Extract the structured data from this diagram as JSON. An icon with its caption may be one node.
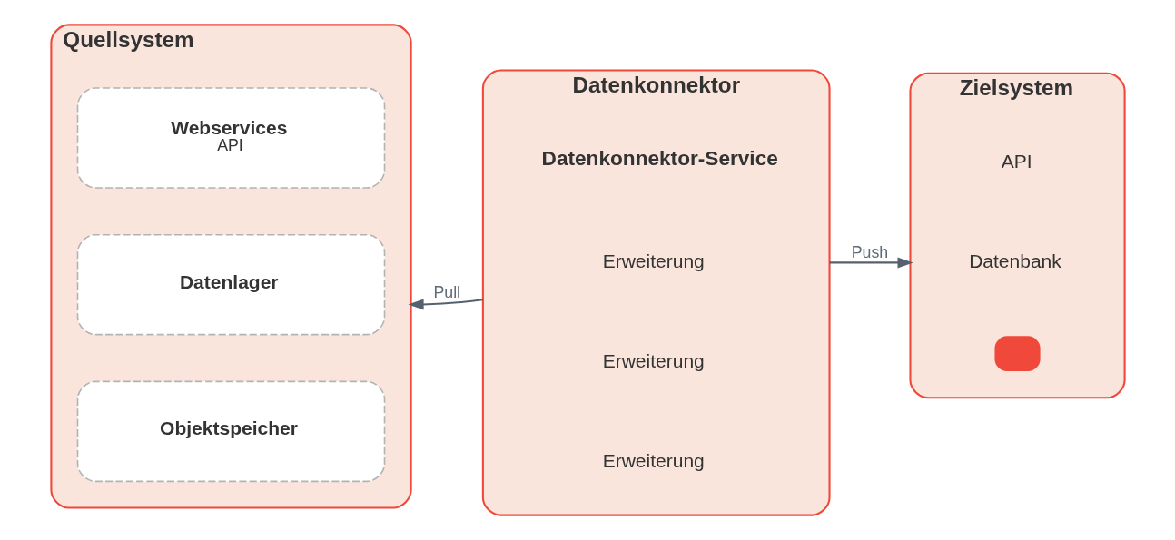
{
  "diagram": {
    "nodes": [
      {
        "text": [
          "Quellsystem"
        ]
      },
      {
        "text": [
          "Webservices",
          "API"
        ],
        "in": 0
      },
      {
        "text": [
          "Datenlager"
        ],
        "in": 0
      },
      {
        "text": [
          "Objektspeicher"
        ],
        "in": 0
      },
      {
        "text": [
          "Datenkonnektor"
        ]
      },
      {
        "text": [
          "Datenkonnektor-Service"
        ],
        "in": 4
      },
      {
        "text": [
          "Erweiterung"
        ],
        "in": 4
      },
      {
        "text": [
          "Erweiterung"
        ],
        "in": 4
      },
      {
        "text": [
          "Erweiterung"
        ],
        "in": 4
      },
      {
        "text": [
          "Zielsystem"
        ]
      },
      {
        "text": [
          "API"
        ],
        "in": 9
      },
      {
        "text": [
          "Datenbank"
        ],
        "in": 9
      },
      {
        "text": [],
        "shape": "box",
        "in": 9
      }
    ],
    "edges": [
      {
        "from": 4,
        "to": 0,
        "arrow": "to",
        "label": "Pull"
      },
      {
        "from": 4,
        "to": 9,
        "arrow": "to",
        "label": "Push"
      }
    ]
  }
}
